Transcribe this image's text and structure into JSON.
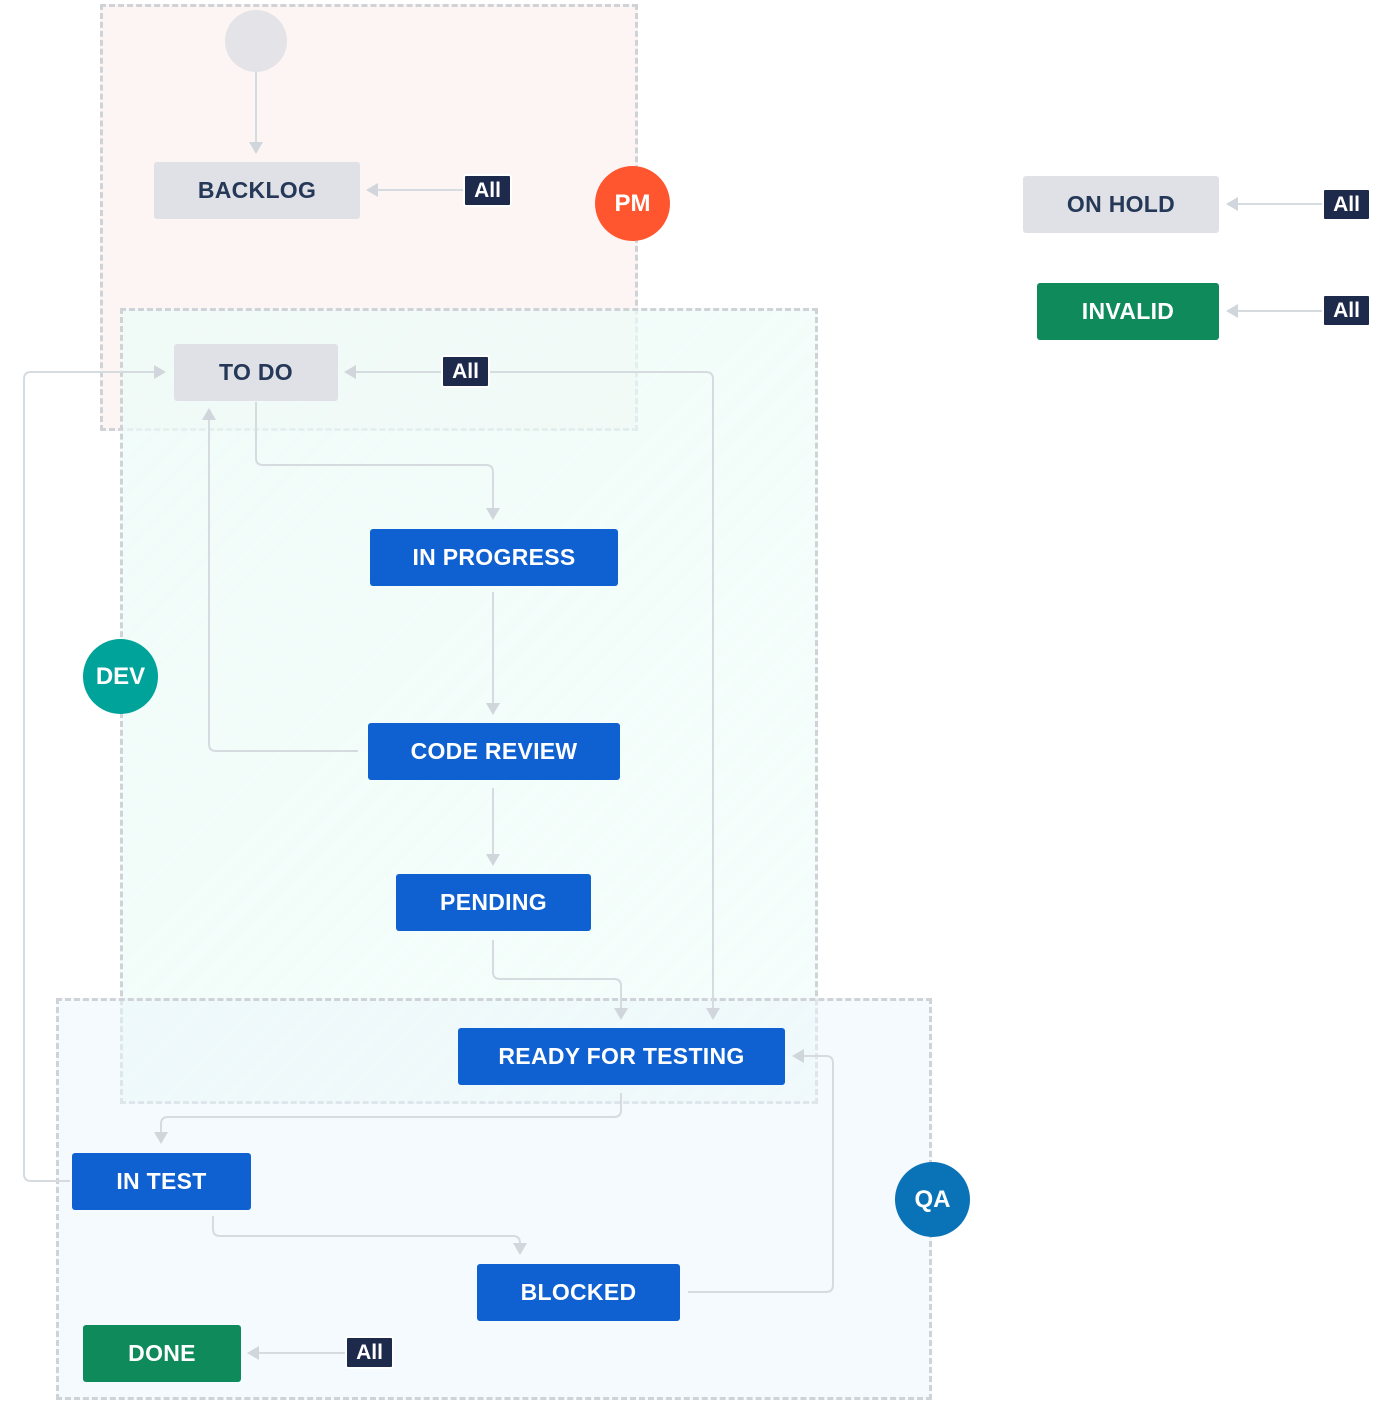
{
  "colors": {
    "todo_bg": "#dfe1e6",
    "in_progress_bg": "#0f60d1",
    "done_bg": "#0f8a5b",
    "pm": "#ff5630",
    "dev": "#00a39a",
    "qa": "#0a73b8",
    "all_badge": "#1d2a4b",
    "zone_border": "#cfd3d8",
    "edge": "#d6dbe0"
  },
  "zones": {
    "pm": {
      "label": "PM"
    },
    "dev": {
      "label": "DEV"
    },
    "qa": {
      "label": "QA"
    }
  },
  "statuses": {
    "backlog": "BACKLOG",
    "to_do": "TO DO",
    "in_progress": "IN PROGRESS",
    "code_review": "CODE REVIEW",
    "pending": "PENDING",
    "ready_for_testing": "READY FOR TESTING",
    "in_test": "IN TEST",
    "blocked": "BLOCKED",
    "done": "DONE",
    "on_hold": "ON HOLD",
    "invalid": "INVALID"
  },
  "global_transition_label": "All",
  "transitions": [
    {
      "from": "start",
      "to": "BACKLOG"
    },
    {
      "from": "All",
      "to": "BACKLOG"
    },
    {
      "from": "All",
      "to": "TO DO"
    },
    {
      "from": "TO DO",
      "to": "IN PROGRESS"
    },
    {
      "from": "IN PROGRESS",
      "to": "CODE REVIEW"
    },
    {
      "from": "CODE REVIEW",
      "to": "TO DO"
    },
    {
      "from": "CODE REVIEW",
      "to": "PENDING"
    },
    {
      "from": "PENDING",
      "to": "READY FOR TESTING"
    },
    {
      "from": "TO DO",
      "to": "READY FOR TESTING"
    },
    {
      "from": "READY FOR TESTING",
      "to": "IN TEST"
    },
    {
      "from": "IN TEST",
      "to": "TO DO"
    },
    {
      "from": "IN TEST",
      "to": "BLOCKED"
    },
    {
      "from": "BLOCKED",
      "to": "READY FOR TESTING"
    },
    {
      "from": "All",
      "to": "DONE"
    },
    {
      "from": "All",
      "to": "ON HOLD"
    },
    {
      "from": "All",
      "to": "INVALID"
    }
  ]
}
